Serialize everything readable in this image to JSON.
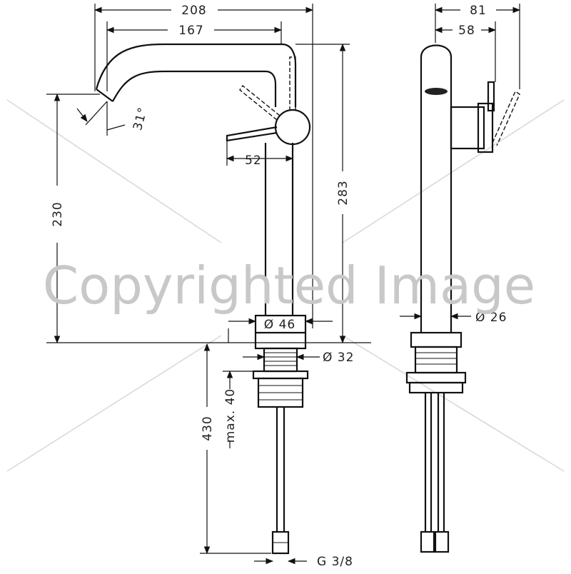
{
  "dimensions": {
    "overall_reach": "208",
    "spout_reach": "167",
    "spout_angle": "31°",
    "lever_reach": "52",
    "spout_height": "230",
    "total_height": "283",
    "base_diameter": "Ø 46",
    "shank_diameter": "Ø 32",
    "max_deck_thickness": "max. 40",
    "supply_length": "430",
    "connection": "G 3/8",
    "side_depth": "81",
    "side_lever_depth": "58",
    "body_diameter": "Ø 26"
  },
  "watermark": "Copyrighted Image",
  "colors": {
    "line": "#111111",
    "watermark": "#c8c8c8"
  }
}
